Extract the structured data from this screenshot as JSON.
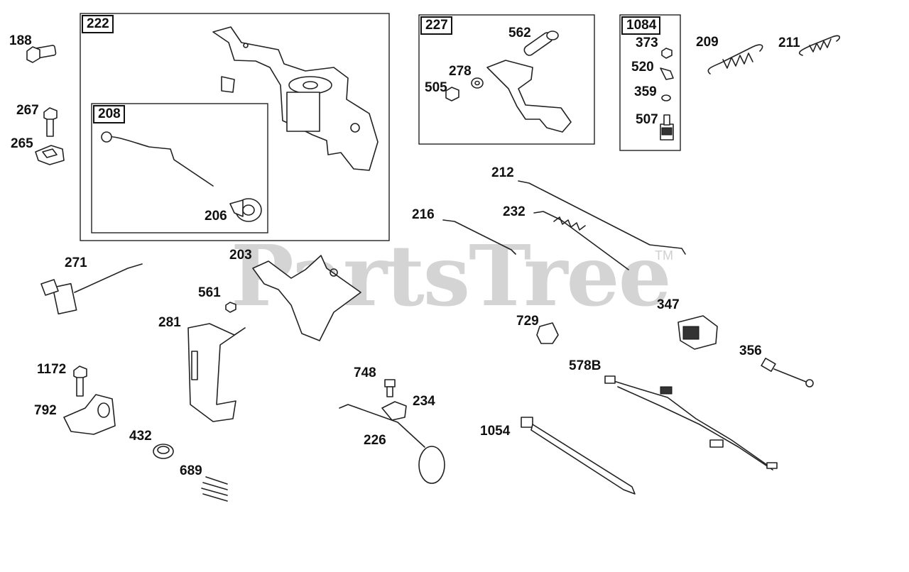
{
  "watermark": {
    "text": "PartsTree",
    "tm": "TM"
  },
  "kits": [
    {
      "id": "k222",
      "number": "222"
    },
    {
      "id": "k208",
      "number": "208"
    },
    {
      "id": "k227",
      "number": "227"
    },
    {
      "id": "k1084",
      "number": "1084"
    }
  ],
  "parts": {
    "p188": "188",
    "p267": "267",
    "p265": "265",
    "p206": "206",
    "p562": "562",
    "p278": "278",
    "p505": "505",
    "p373": "373",
    "p520": "520",
    "p359": "359",
    "p507": "507",
    "p209": "209",
    "p211": "211",
    "p212": "212",
    "p232": "232",
    "p216": "216",
    "p271": "271",
    "p203": "203",
    "p561": "561",
    "p281": "281",
    "p729": "729",
    "p347": "347",
    "p356": "356",
    "p578B": "578B",
    "p1172": "1172",
    "p792": "792",
    "p432": "432",
    "p689": "689",
    "p748": "748",
    "p234": "234",
    "p226": "226",
    "p1054": "1054"
  },
  "colors": {
    "line": "#222222",
    "watermark": "#d4d4d4",
    "fill_dark": "#999999"
  }
}
